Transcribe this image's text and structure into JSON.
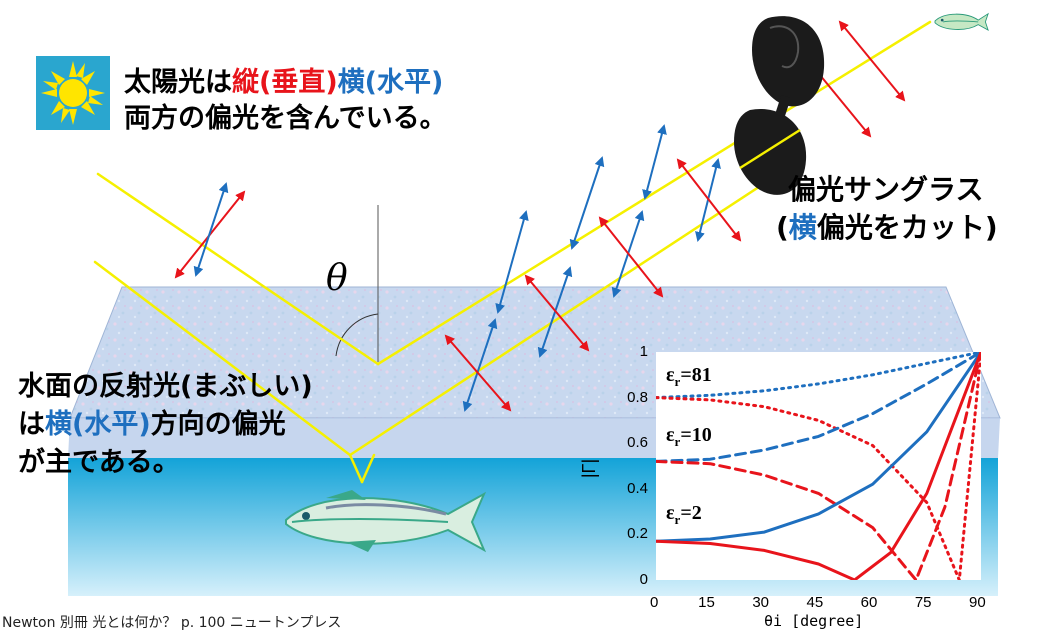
{
  "sunlight_text": {
    "line1_a": "太陽光は",
    "line1_red": "縦(垂直)",
    "line1_blue": "横(水平)",
    "line2": "両方の偏光を含んでいる。"
  },
  "sunglasses_text": {
    "line1": "偏光サングラス",
    "line2_open": "(",
    "line2_blue": "横",
    "line2_rest": "偏光をカット)"
  },
  "reflection_text": {
    "line1": "水面の反射光(まぶしい)",
    "line2_a": "は",
    "line2_blue": "横(水平)",
    "line2_c": "方向の偏光",
    "line3": "が主である。"
  },
  "angle_symbol": "θ",
  "caption": "Newton 別冊 光とは何か？ p. 100 ニュートンプレス",
  "colors": {
    "vertical_pol": "#e8141b",
    "horizontal_pol": "#1e6fbf",
    "light_ray": "#f5f000",
    "water_surface": "#c6d7ee",
    "water_body": "#1aa6d6"
  },
  "chart_data": {
    "type": "line",
    "xlabel": "θi [degree]",
    "ylabel": "|Γ|",
    "x_ticks": [
      "0",
      "15",
      "30",
      "45",
      "60",
      "75",
      "90"
    ],
    "y_ticks": [
      "0",
      "0.2",
      "0.4",
      "0.6",
      "0.8",
      "1"
    ],
    "xlim": [
      0,
      90
    ],
    "ylim": [
      0,
      1
    ],
    "annotations": [
      {
        "base": "ε",
        "sub": "r",
        "value": "=81"
      },
      {
        "base": "ε",
        "sub": "r",
        "value": "=10"
      },
      {
        "base": "ε",
        "sub": "r",
        "value": "=2"
      }
    ],
    "series": [
      {
        "eps": 81,
        "pol": "TE",
        "color": "#1e6fbf",
        "dash": "dotted",
        "values": [
          [
            0,
            0.8
          ],
          [
            15,
            0.81
          ],
          [
            30,
            0.83
          ],
          [
            45,
            0.86
          ],
          [
            60,
            0.9
          ],
          [
            75,
            0.95
          ],
          [
            90,
            1.0
          ]
        ]
      },
      {
        "eps": 81,
        "pol": "TM",
        "color": "#e8141b",
        "dash": "dotted",
        "values": [
          [
            0,
            0.8
          ],
          [
            15,
            0.79
          ],
          [
            30,
            0.76
          ],
          [
            45,
            0.7
          ],
          [
            60,
            0.59
          ],
          [
            75,
            0.34
          ],
          [
            84,
            0.0
          ],
          [
            90,
            1.0
          ]
        ]
      },
      {
        "eps": 10,
        "pol": "TE",
        "color": "#1e6fbf",
        "dash": "dashed",
        "values": [
          [
            0,
            0.52
          ],
          [
            15,
            0.53
          ],
          [
            30,
            0.57
          ],
          [
            45,
            0.63
          ],
          [
            60,
            0.73
          ],
          [
            75,
            0.86
          ],
          [
            90,
            1.0
          ]
        ]
      },
      {
        "eps": 10,
        "pol": "TM",
        "color": "#e8141b",
        "dash": "dashed",
        "values": [
          [
            0,
            0.52
          ],
          [
            15,
            0.51
          ],
          [
            30,
            0.46
          ],
          [
            45,
            0.38
          ],
          [
            60,
            0.23
          ],
          [
            72,
            0.0
          ],
          [
            80,
            0.32
          ],
          [
            90,
            1.0
          ]
        ]
      },
      {
        "eps": 2,
        "pol": "TE",
        "color": "#1e6fbf",
        "dash": "solid",
        "values": [
          [
            0,
            0.17
          ],
          [
            15,
            0.18
          ],
          [
            30,
            0.21
          ],
          [
            45,
            0.29
          ],
          [
            60,
            0.42
          ],
          [
            75,
            0.65
          ],
          [
            90,
            1.0
          ]
        ]
      },
      {
        "eps": 2,
        "pol": "TM",
        "color": "#e8141b",
        "dash": "solid",
        "values": [
          [
            0,
            0.17
          ],
          [
            15,
            0.16
          ],
          [
            30,
            0.13
          ],
          [
            45,
            0.07
          ],
          [
            55,
            0.0
          ],
          [
            65,
            0.12
          ],
          [
            75,
            0.38
          ],
          [
            90,
            1.0
          ]
        ]
      }
    ]
  }
}
